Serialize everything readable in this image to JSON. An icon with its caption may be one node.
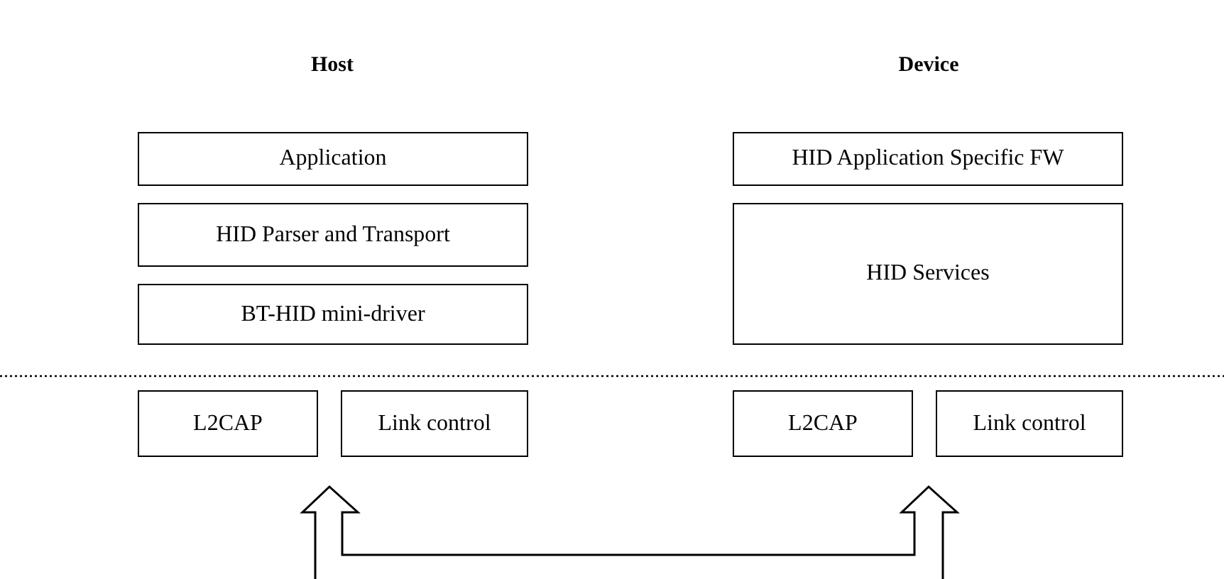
{
  "diagram": {
    "nodes": [
      {
        "text": [
          "Application"
        ]
      },
      {
        "text": [
          "HID Parser and Transport"
        ]
      },
      {
        "text": [
          "BT-HID mini-driver"
        ]
      },
      {
        "text": [
          "L2CAP"
        ]
      },
      {
        "text": [
          "Link control"
        ]
      },
      {
        "text": [
          "HID Application Specific FW"
        ]
      },
      {
        "text": [
          "HID Services"
        ]
      },
      {
        "text": [
          "L2CAP"
        ]
      },
      {
        "text": [
          "Link control"
        ]
      }
    ],
    "labels": [
      "Host",
      "Device"
    ]
  }
}
